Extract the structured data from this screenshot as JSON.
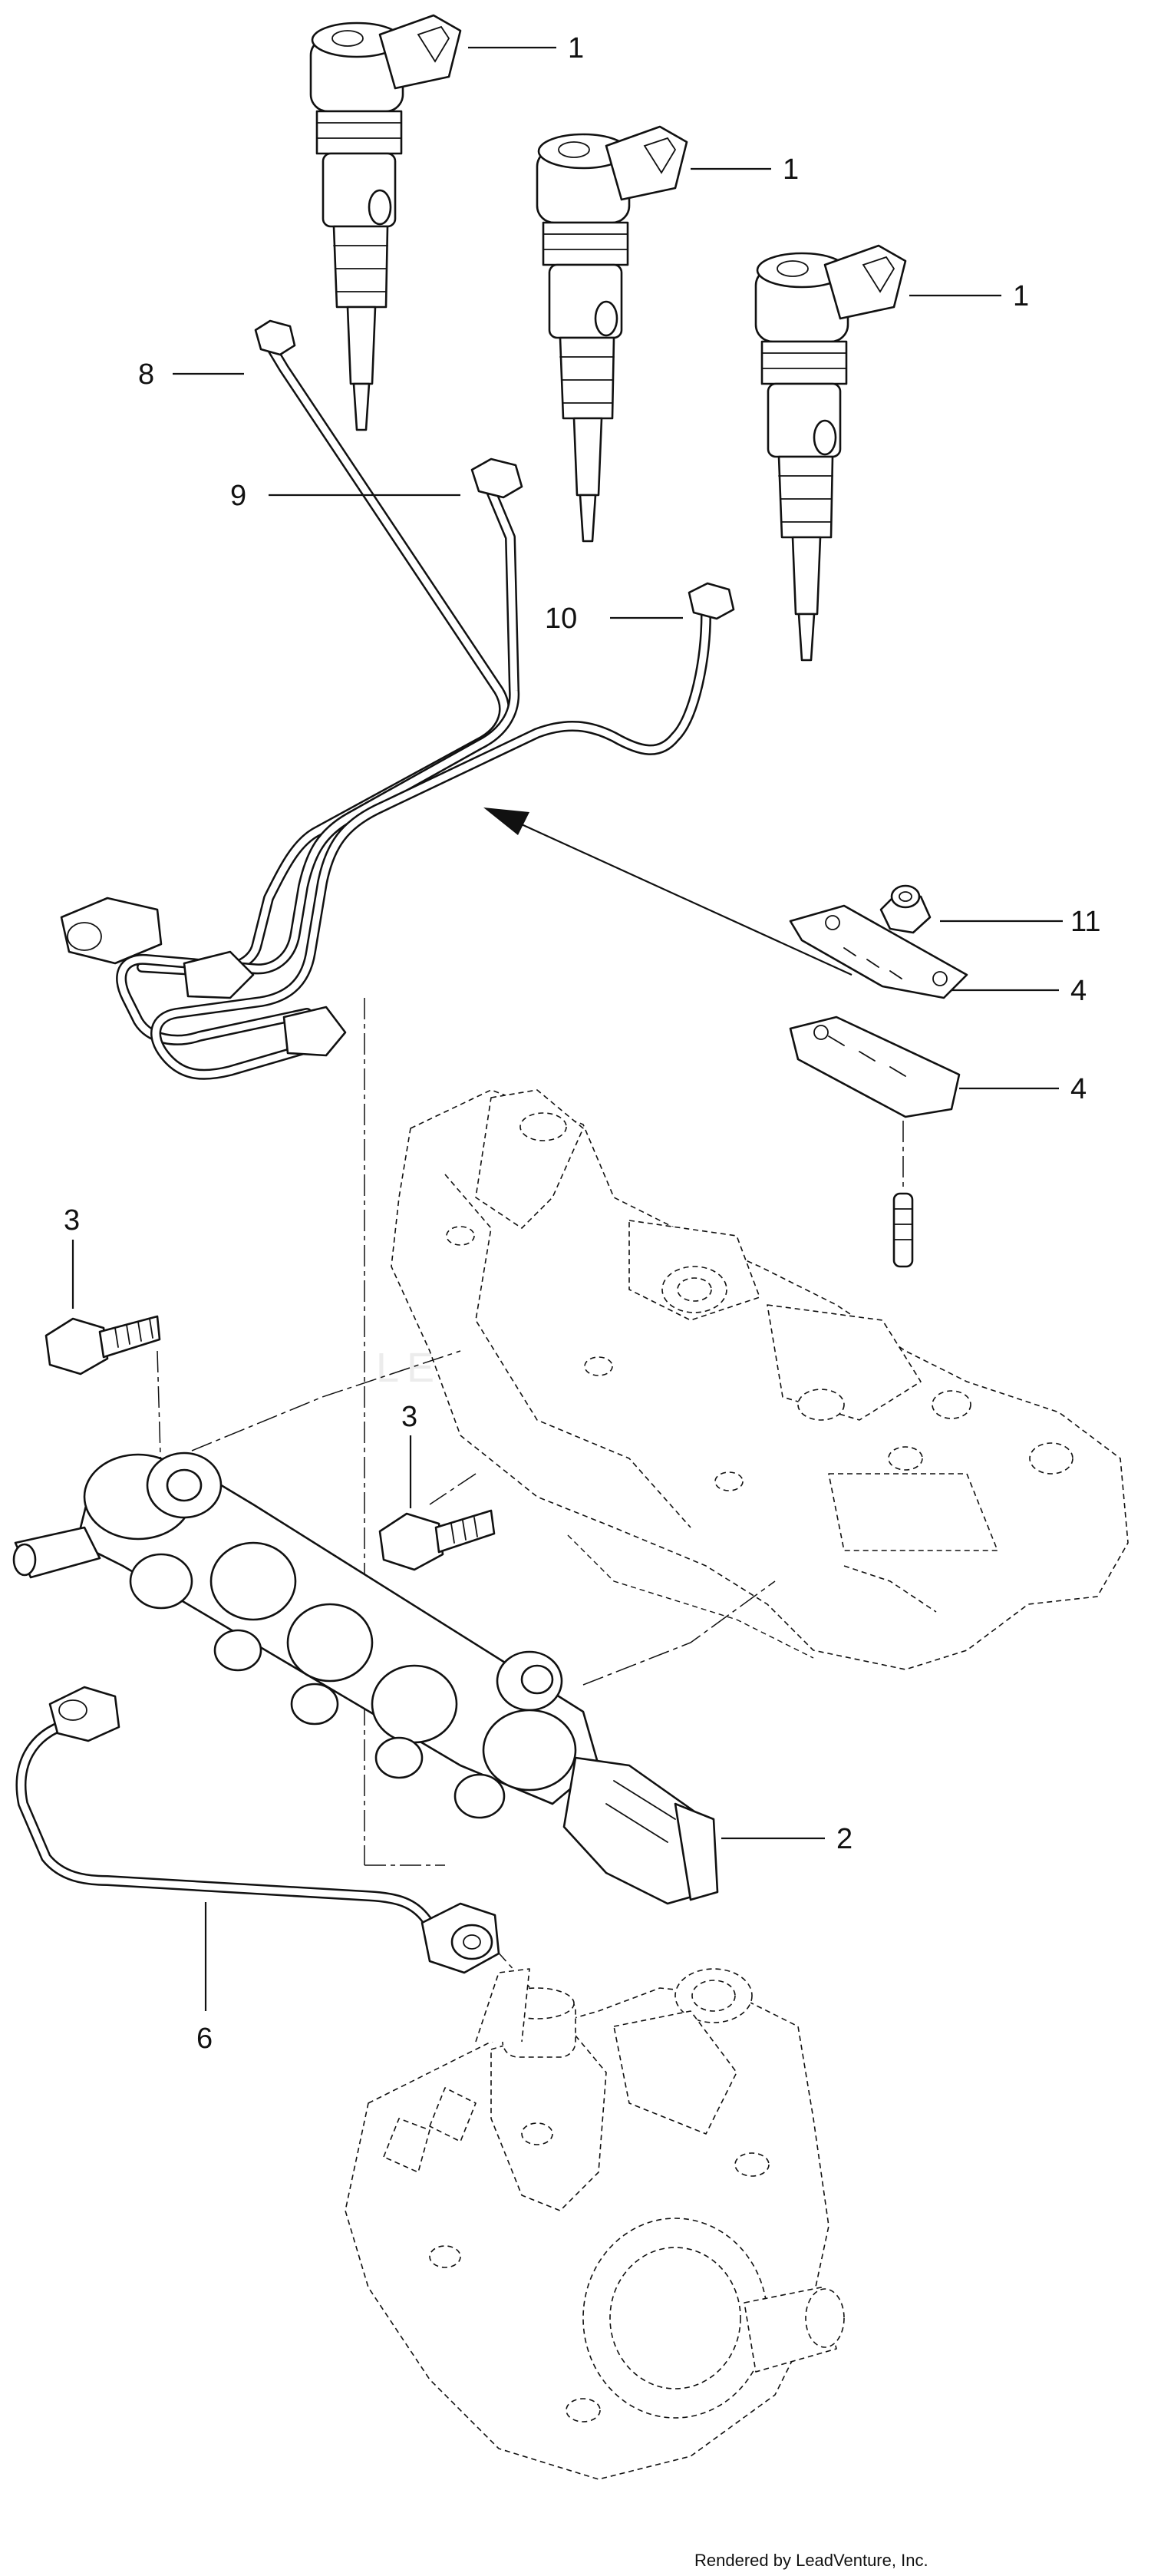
{
  "callouts": {
    "c1a": "1",
    "c1b": "1",
    "c1c": "1",
    "c2": "2",
    "c3a": "3",
    "c3b": "3",
    "c4a": "4",
    "c4b": "4",
    "c6": "6",
    "c8": "8",
    "c9": "9",
    "c10": "10",
    "c11": "11"
  },
  "watermark": "LEADVENTURE",
  "credit": "Rendered by LeadVenture, Inc."
}
